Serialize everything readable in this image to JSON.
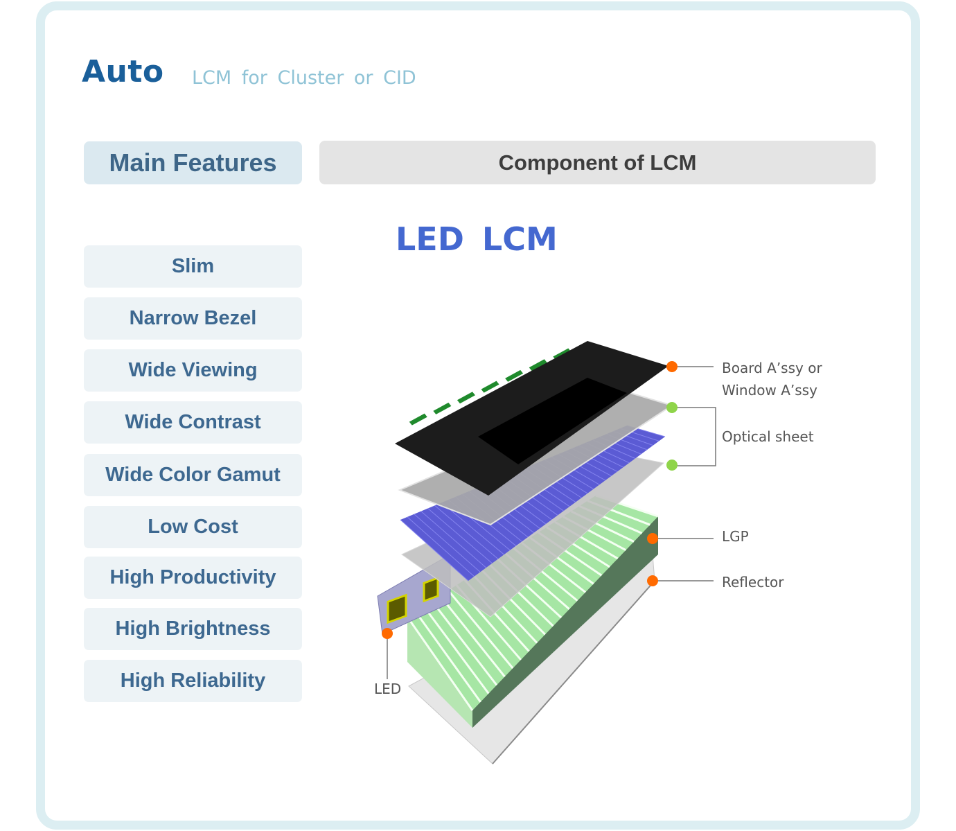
{
  "header": {
    "brand": "Auto",
    "subtitle": "LCM for Cluster or CID"
  },
  "features": {
    "heading": "Main Features",
    "items": [
      "Slim",
      "Narrow Bezel",
      "Wide Viewing",
      "Wide Contrast",
      "Wide Color Gamut",
      "Low Cost",
      "High Productivity",
      "High Brightness",
      "High Reliability"
    ]
  },
  "component": {
    "heading": "Component of LCM",
    "title": "LED LCM",
    "labels": {
      "board_line1": "Board A’ssy or",
      "board_line2": "Window A’ssy",
      "optical": "Optical sheet",
      "lgp": "LGP",
      "reflector": "Reflector",
      "led": "LED"
    }
  },
  "colors": {
    "brand": "#1a5f9a",
    "frame": "#dceef2",
    "marker_orange": "#ff6a00",
    "marker_green": "#8fd44a"
  }
}
